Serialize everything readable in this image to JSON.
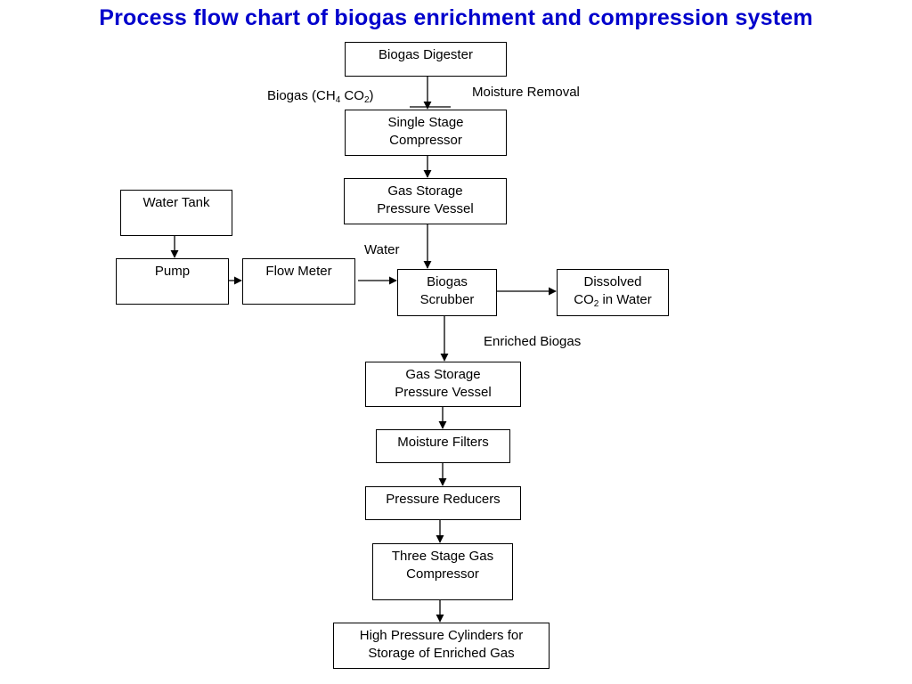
{
  "title": "Process flow chart of biogas enrichment and compression system",
  "colors": {
    "title": "#0000cc",
    "stroke": "#000000"
  },
  "nodes": {
    "biogas_digester": {
      "lines": [
        "Biogas Digester"
      ]
    },
    "single_stage_compressor": {
      "lines": [
        "Single Stage",
        "Compressor"
      ]
    },
    "gas_storage_1": {
      "lines": [
        "Gas Storage",
        "Pressure Vessel"
      ]
    },
    "water_tank": {
      "lines": [
        "Water Tank"
      ]
    },
    "pump": {
      "lines": [
        "Pump"
      ]
    },
    "flow_meter": {
      "lines": [
        "Flow Meter"
      ]
    },
    "biogas_scrubber": {
      "lines": [
        "Biogas",
        "Scrubber"
      ]
    },
    "dissolved_co2": {
      "line1": "Dissolved",
      "line2_pre": "CO",
      "line2_sub": "2",
      "line2_post": " in Water"
    },
    "gas_storage_2": {
      "lines": [
        "Gas Storage",
        "Pressure Vessel"
      ]
    },
    "moisture_filters": {
      "lines": [
        "Moisture Filters"
      ]
    },
    "pressure_reducers": {
      "lines": [
        "Pressure Reducers"
      ]
    },
    "three_stage_compressor": {
      "lines": [
        "Three Stage Gas",
        "Compressor"
      ]
    },
    "high_pressure_cylinders": {
      "lines": [
        "High Pressure Cylinders for",
        "Storage of Enriched Gas"
      ]
    }
  },
  "labels": {
    "biogas": {
      "pre": "Biogas (CH",
      "sub1": "4",
      "mid": " CO",
      "sub2": "2",
      "post": ")"
    },
    "moisture_removal": "Moisture Removal",
    "water": "Water",
    "enriched_biogas": "Enriched Biogas"
  }
}
